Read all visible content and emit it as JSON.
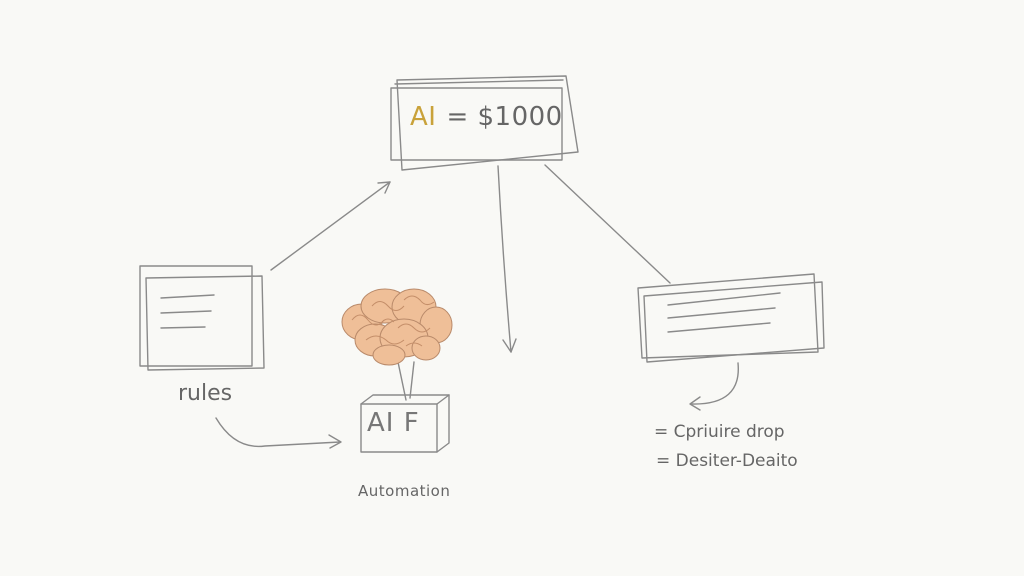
{
  "top_box": {
    "ai_text": "AI",
    "rest_text": "= $1000",
    "ai_color": "#c9a23a"
  },
  "left_box": {
    "label": "rules"
  },
  "center_node": {
    "cube_text": "AI F",
    "caption": "Automation",
    "brain_color": "#efbf98"
  },
  "right_box": {
    "notes": [
      "= Cpriuire drop",
      "= Desiter-Deaito"
    ]
  },
  "colors": {
    "line": "#8a8a8a",
    "background": "#f9f9f6"
  }
}
